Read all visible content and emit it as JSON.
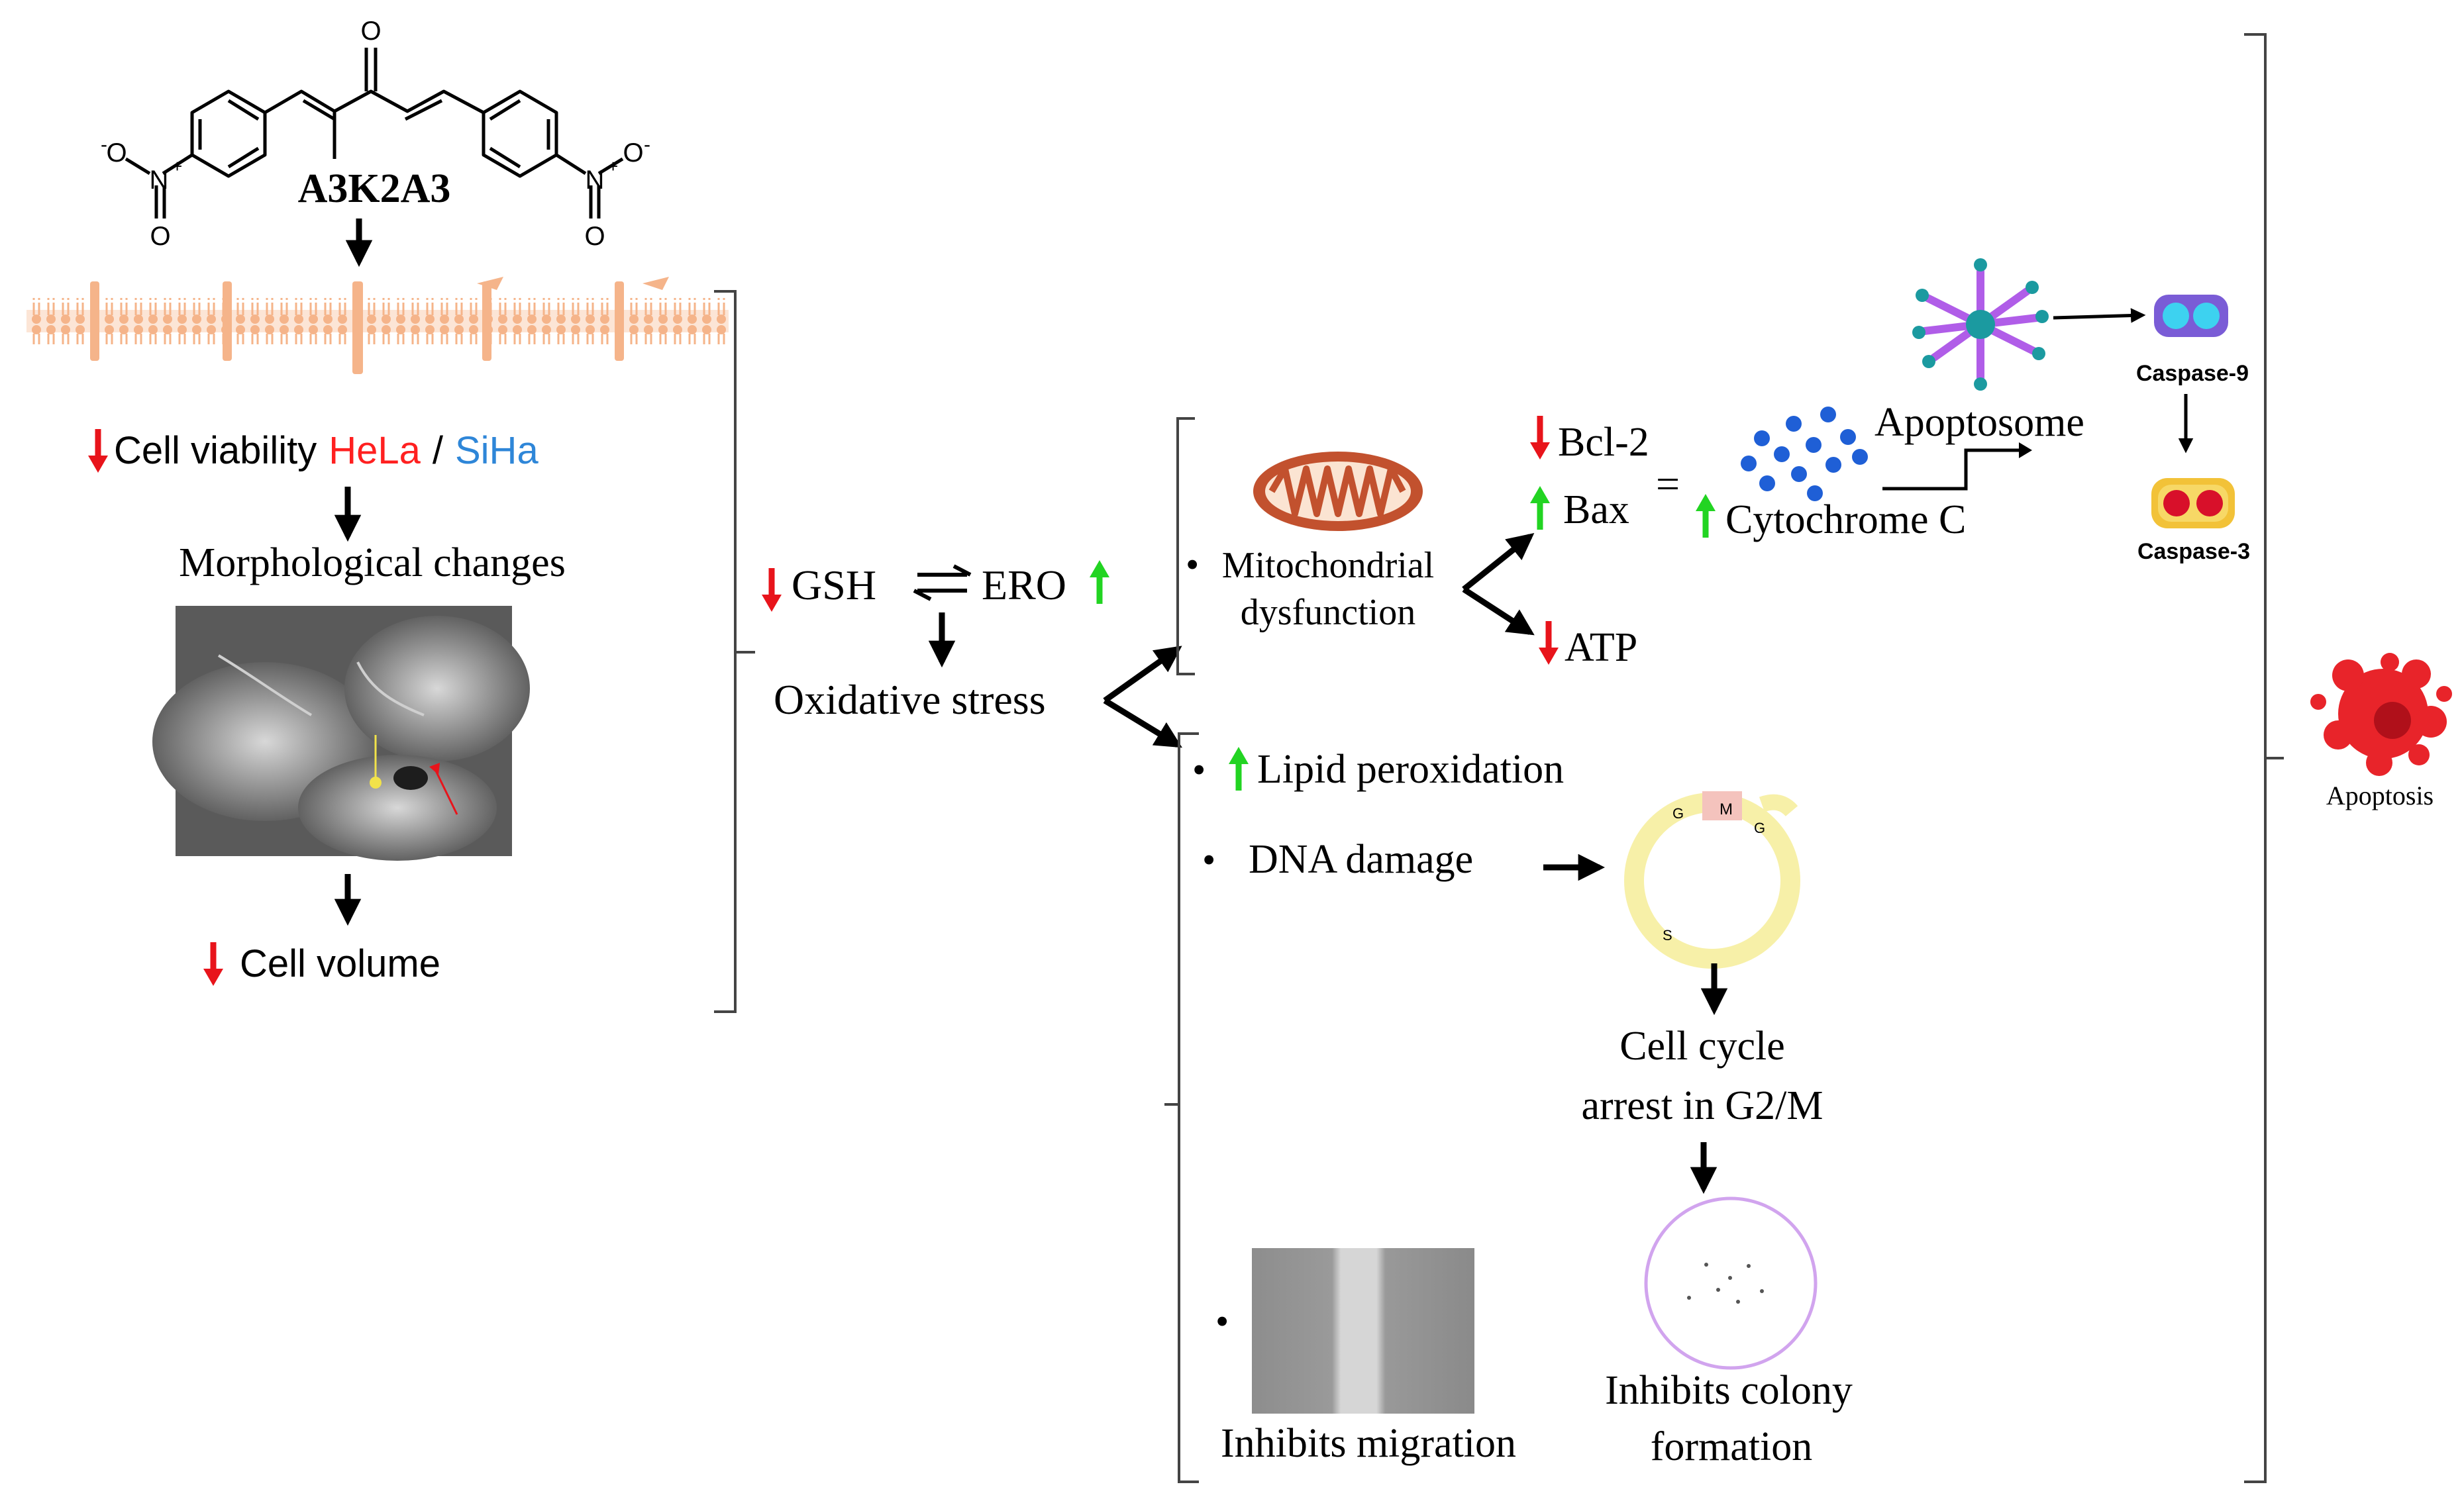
{
  "compound": {
    "name": "A3K2A3",
    "atoms": {
      "oxygen": "O",
      "nitrogen": "N",
      "plus": "+",
      "minus": "-"
    }
  },
  "left_panel": {
    "viability_label": "Cell viability",
    "cell_line_1": "HeLa",
    "separator": "/",
    "cell_line_2": "SiHa",
    "morphology": "Morphological changes",
    "cell_volume": "Cell volume"
  },
  "center": {
    "gsh": "GSH",
    "ero": "ERO",
    "oxidative_stress": "Oxidative stress"
  },
  "mitochondria": {
    "line1": "Mitochondrial",
    "line2": "dysfunction",
    "bcl2": "Bcl-2",
    "bax": "Bax",
    "equals": "=",
    "cytochrome": "Cytochrome C",
    "atp": "ATP",
    "apoptosome": "Apoptosome",
    "caspase9": "Caspase-9",
    "caspase3": "Caspase-3"
  },
  "lower": {
    "lipid": "Lipid peroxidation",
    "dna": "DNA damage",
    "cycle_phases": {
      "g2": "G",
      "m": "M",
      "g1": "G",
      "s": "S"
    },
    "arrest_line1": "Cell cycle",
    "arrest_line2": "arrest in G2/M",
    "colony_line1": "Inhibits colony",
    "colony_line2": "formation",
    "migration": "Inhibits migration"
  },
  "outcome": {
    "label": "Apoptosis"
  },
  "bullet": "•",
  "colors": {
    "down_arrow": "#e8141b",
    "up_arrow": "#22d422",
    "hela": "#ff2020",
    "siha": "#2e86d8",
    "membrane": "#f5b48a",
    "mito_outer": "#c2512e",
    "apoptosome": "#b05de8",
    "caspase9": "#7a5cd6",
    "caspase3": "#f2c238",
    "cytochrome_dots": "#1f5fd6",
    "apoptosis": "#e8242a",
    "cycle_ring": "#f7f0a8"
  }
}
